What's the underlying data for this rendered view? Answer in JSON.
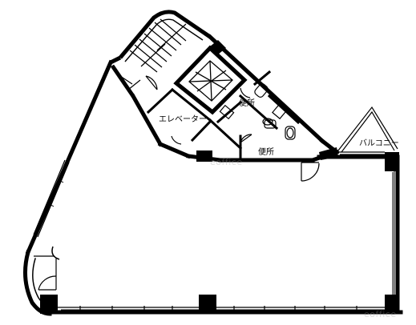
{
  "floorplan": {
    "rooms": {
      "elevator": "エレベーター",
      "toilet_upper": "便所",
      "toilet_lower": "便所",
      "balcony": "バルコニー"
    },
    "colors": {
      "wall": "#000000",
      "background": "#ffffff",
      "watermark": "#9a9a9a"
    }
  },
  "watermarks": {
    "center": "eoffice",
    "corner": "eoffice"
  }
}
